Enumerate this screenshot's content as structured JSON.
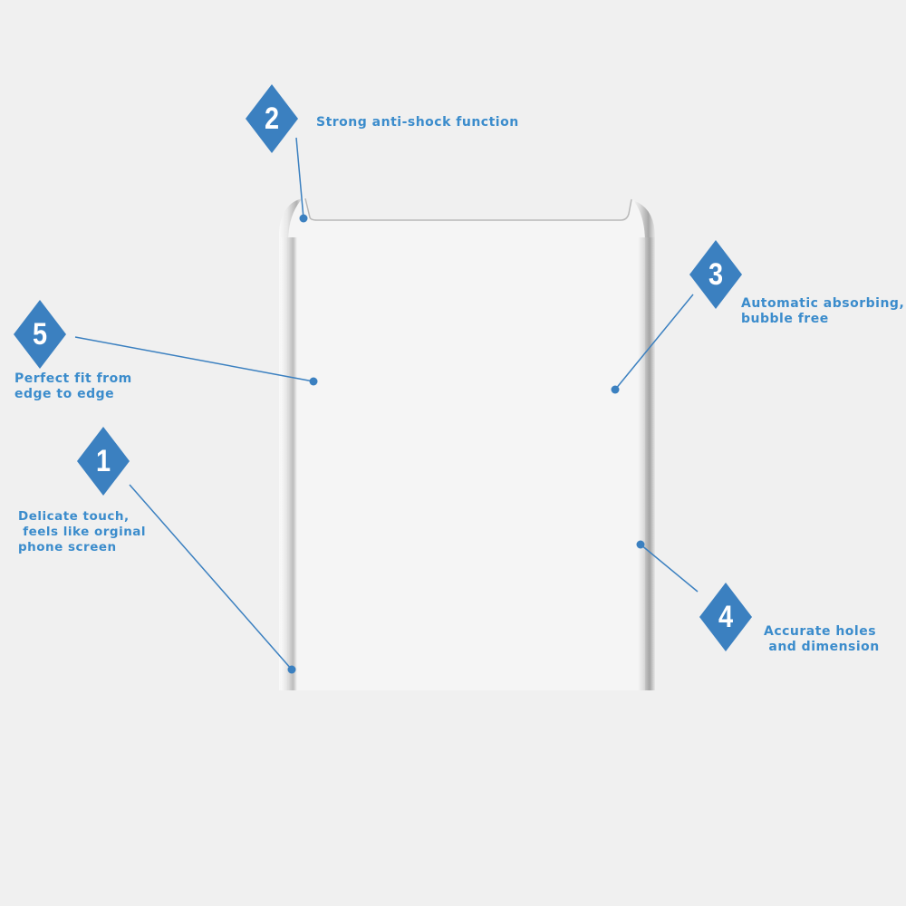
{
  "colors": {
    "accent": "#3b80c0",
    "text": "#3b8ccc",
    "background": "#f0f0f0",
    "screen": "#f5f5f5"
  },
  "callouts": [
    {
      "number": "1",
      "lines": [
        "Delicate touch,",
        " feels like orginal",
        "phone screen"
      ]
    },
    {
      "number": "2",
      "lines": [
        "Strong anti-shock function"
      ]
    },
    {
      "number": "3",
      "lines": [
        "Automatic absorbing,",
        "bubble free"
      ]
    },
    {
      "number": "4",
      "lines": [
        "Accurate holes",
        " and dimension"
      ]
    },
    {
      "number": "5",
      "lines": [
        "Perfect fit from",
        "edge to edge"
      ]
    }
  ]
}
